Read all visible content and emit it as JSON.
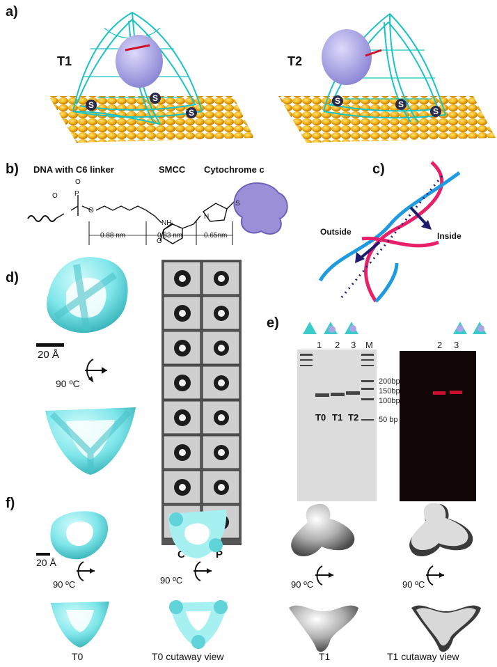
{
  "panels": {
    "a": {
      "letter": "a)",
      "t1": "T1",
      "t2": "T2",
      "s_label": "S"
    },
    "b": {
      "letter": "b)",
      "dna_label": "DNA with C6 linker",
      "smcc_label": "SMCC",
      "cyt_label": "Cytochrome c",
      "d1": "0.88 nm",
      "d2": "0.83 nm",
      "d3": "0.65nm",
      "atom_o": "O",
      "atom_p": "P",
      "atom_nh": "NH",
      "atom_n": "N",
      "atom_s": "S"
    },
    "c": {
      "letter": "c)",
      "outside": "Outside",
      "inside": "Inside"
    },
    "d": {
      "letter": "d)",
      "scale": "20 Å",
      "rotation": "90 ºC",
      "col_c": "C",
      "col_p": "P"
    },
    "e": {
      "letter": "e)",
      "lanes_left": [
        "1",
        "2",
        "3",
        "M"
      ],
      "lanes_right": [
        "2",
        "3"
      ],
      "ladder": [
        "200bp",
        "150bp",
        "100bp",
        "50 bp"
      ],
      "band_labels": [
        "T0",
        "T1",
        "T2"
      ]
    },
    "f": {
      "letter": "f)",
      "scale": "20 Å",
      "rot1": "90 ºC",
      "rot2": "90 ºC",
      "rot3": "90 ºC",
      "rot4": "90 ºC",
      "cap_t0": "T0",
      "cap_t0c": "T0 cutaway view",
      "cap_t1": "T1",
      "cap_t1c": "T1 cutaway view"
    }
  },
  "colors": {
    "dna_cyan": "#19c3c3",
    "protein": "#a9a6e6",
    "gold": "#f2b518",
    "helix_pink": "#e8206a",
    "helix_blue": "#1e9be0",
    "navy": "#1c1c6e",
    "map_cyan": "#7fe6ea",
    "gel_red": "#c8102e"
  },
  "icons": [
    "rotation-arrow-icon"
  ]
}
